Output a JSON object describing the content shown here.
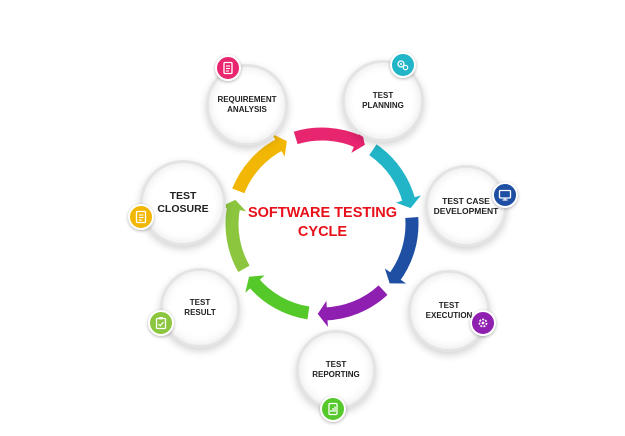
{
  "diagram": {
    "center_title": "SOFTWARE TESTING\nCYCLE",
    "stages": [
      {
        "key": "requirement-analysis",
        "label": "REQUIREMENT\nANALYSIS",
        "color": "#e8256f",
        "icon": "document-icon"
      },
      {
        "key": "test-planning",
        "label": "TEST\nPLANNING",
        "color": "#22b5c7",
        "icon": "gears-icon"
      },
      {
        "key": "test-case-development",
        "label": "TEST CASE\nDEVELOPMENT",
        "color": "#1f4fa3",
        "icon": "monitor-icon"
      },
      {
        "key": "test-execution",
        "label": "TEST\nEXECUTION",
        "color": "#8e1fb0",
        "icon": "gear-icon"
      },
      {
        "key": "test-reporting",
        "label": "TEST\nREPORTING",
        "color": "#55c82a",
        "icon": "report-icon"
      },
      {
        "key": "test-result",
        "label": "TEST\nRESULT",
        "color": "#8cc63f",
        "icon": "clipboard-icon"
      },
      {
        "key": "test-closure",
        "label": "TEST\nCLOSURE",
        "color": "#f2b705",
        "icon": "checklist-icon"
      }
    ],
    "arc_colors": [
      "#e8256f",
      "#22b5c7",
      "#1f4fa3",
      "#8e1fb0",
      "#55c82a",
      "#8cc63f",
      "#f2b705"
    ]
  }
}
